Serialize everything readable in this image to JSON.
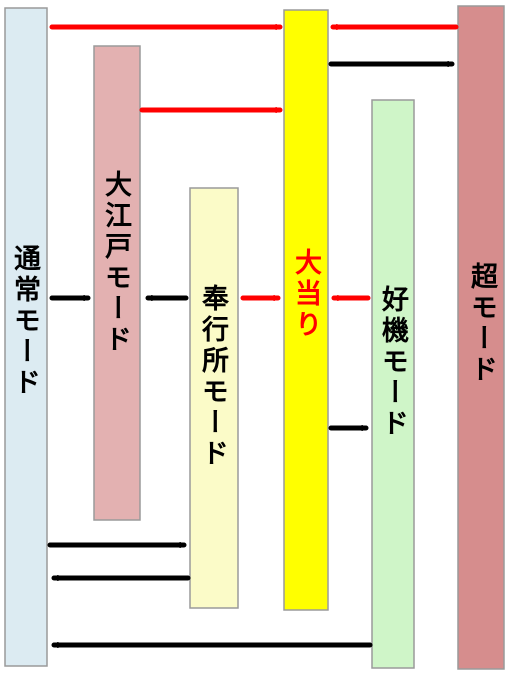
{
  "modes": {
    "normal": {
      "label": "通常モード",
      "color": "#dcebf2",
      "text_color": "#000000"
    },
    "oedo": {
      "label": "大江戸モード",
      "color": "#e3b1b1",
      "text_color": "#000000"
    },
    "bugyosho": {
      "label": "奉行所モード",
      "color": "#fbfbc8",
      "text_color": "#000000"
    },
    "jackpot": {
      "label": "大当り",
      "color": "#ffff00",
      "text_color": "#ff0000"
    },
    "kouki": {
      "label": "好機モード",
      "color": "#cff5c8",
      "text_color": "#000000"
    },
    "super": {
      "label": "超モード",
      "color": "#d68d8d",
      "text_color": "#000000"
    }
  },
  "arrow_colors": {
    "red": "#ff0000",
    "black": "#000000"
  }
}
